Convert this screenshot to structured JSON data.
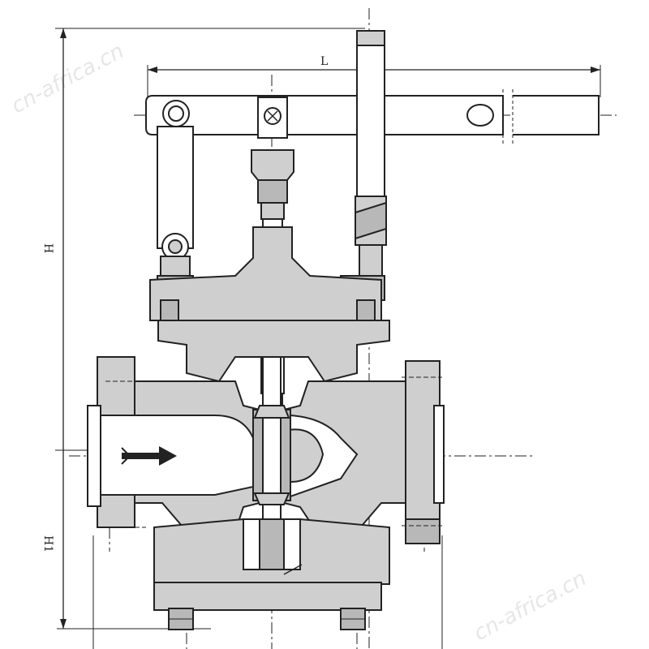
{
  "dimensions": {
    "length_label": "L",
    "height_label": "H",
    "lower_height_label": "H1"
  },
  "watermark": {
    "text": "cn-africa.cn"
  },
  "colors": {
    "line": "#222222",
    "casting_fill": "#cfcfcf",
    "metal_fill": "#b8b8b8",
    "background": "#ffffff"
  },
  "icons": {
    "flow": "arrow-right-icon"
  }
}
